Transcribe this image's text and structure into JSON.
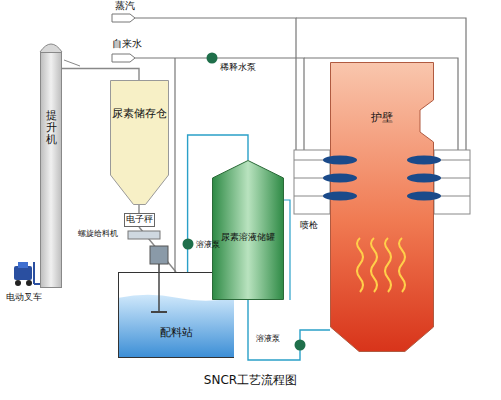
{
  "diagram": {
    "caption": "SNCR工艺流程图",
    "nodes": [
      {
        "text": [
          "提升机"
        ]
      },
      {
        "text": [
          "尿素储存仓"
        ]
      },
      {
        "text": [
          "电子秤"
        ]
      },
      {
        "text": [
          "配料站"
        ]
      },
      {
        "text": [
          "尿素溶液储罐"
        ]
      },
      {
        "text": [
          "护壁"
        ]
      }
    ],
    "edges": [
      {
        "from": 0,
        "to": 1,
        "arrow": "none"
      },
      {
        "from": 1,
        "to": 2,
        "arrow": "none"
      },
      {
        "from": 2,
        "to": 3,
        "arrow": "none"
      },
      {
        "from": 3,
        "to": 4,
        "arrow": "none"
      },
      {
        "from": 4,
        "to": 5,
        "arrow": "none"
      }
    ],
    "labels": [
      "蒸汽",
      "自来水",
      "稀释水泵",
      "螺旋给料机",
      "溶液泵",
      "溶液泵",
      "喷枪",
      "电动叉车"
    ]
  }
}
